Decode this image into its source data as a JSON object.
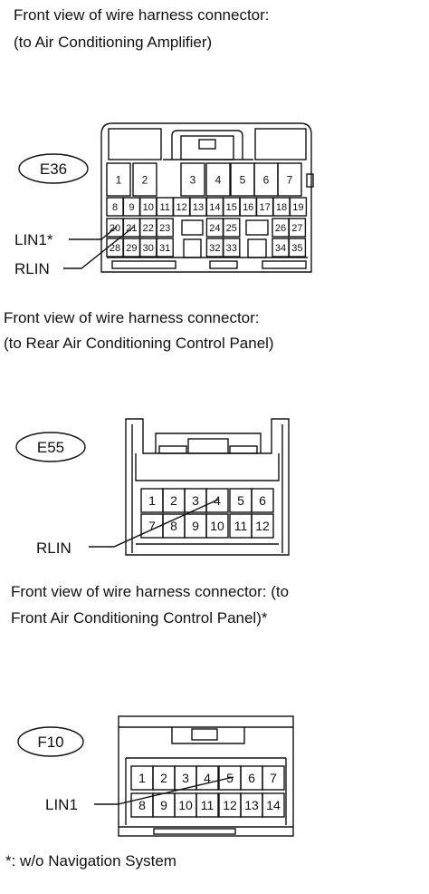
{
  "captions": {
    "e36": [
      "Front view of wire harness connector:",
      "(to Air Conditioning Amplifier)"
    ],
    "e55": [
      "Front view of wire harness connector:",
      "(to Rear Air Conditioning Control Panel)"
    ],
    "f10": [
      "Front view of wire harness connector: (to",
      "Front Air Conditioning Control Panel)*"
    ]
  },
  "connectors": {
    "e36": {
      "id": "E36",
      "row1": [
        "1",
        "2",
        "3",
        "4",
        "5",
        "6",
        "7"
      ],
      "row2": [
        "8",
        "9",
        "10",
        "11",
        "12",
        "13",
        "14",
        "15",
        "16",
        "17",
        "18",
        "19"
      ],
      "row3": [
        "20",
        "21",
        "22",
        "23",
        "24",
        "25",
        "26",
        "27"
      ],
      "row4": [
        "28",
        "29",
        "30",
        "31",
        "32",
        "33",
        "34",
        "35"
      ],
      "callouts": [
        "LIN1*",
        "RLIN"
      ]
    },
    "e55": {
      "id": "E55",
      "row1": [
        "1",
        "2",
        "3",
        "4",
        "5",
        "6"
      ],
      "row2": [
        "7",
        "8",
        "9",
        "10",
        "11",
        "12"
      ],
      "callouts": [
        "RLIN"
      ]
    },
    "f10": {
      "id": "F10",
      "row1": [
        "1",
        "2",
        "3",
        "4",
        "5",
        "6",
        "7"
      ],
      "row2": [
        "8",
        "9",
        "10",
        "11",
        "12",
        "13",
        "14"
      ],
      "callouts": [
        "LIN1"
      ]
    }
  },
  "footnote": "*: w/o Navigation System"
}
